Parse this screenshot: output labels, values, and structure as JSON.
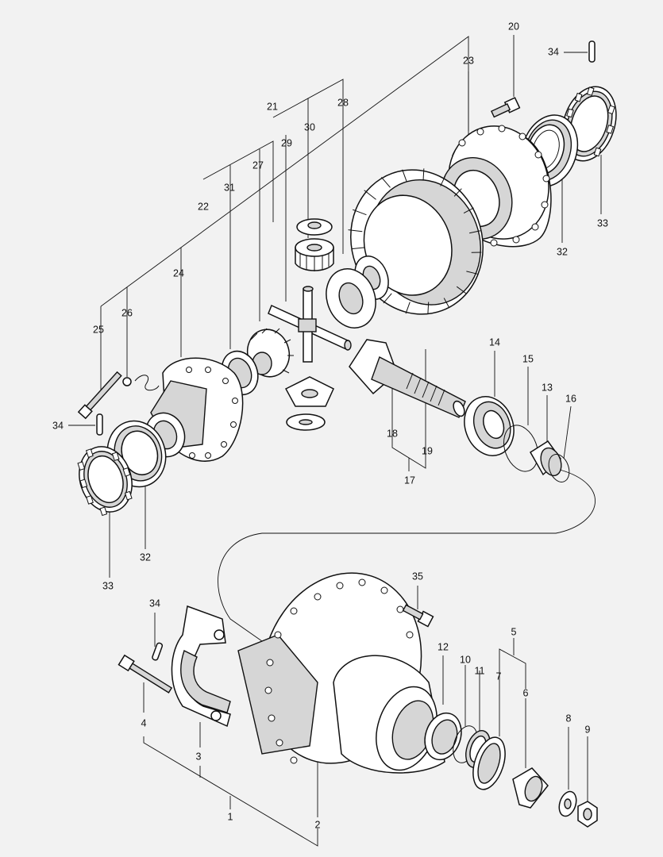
{
  "diagram": {
    "type": "exploded-parts-view",
    "labels": {
      "p1": "1",
      "p2": "2",
      "p3": "3",
      "p4": "4",
      "p5": "5",
      "p6": "6",
      "p7": "7",
      "p8": "8",
      "p9": "9",
      "p10": "10",
      "p11": "11",
      "p12": "12",
      "p13": "13",
      "p14": "14",
      "p15": "15",
      "p16": "16",
      "p17": "17",
      "p18": "18",
      "p19": "19",
      "p20": "20",
      "p21": "21",
      "p22": "22",
      "p23": "23",
      "p24": "24",
      "p25": "25",
      "p26": "26",
      "p27": "27",
      "p28": "28",
      "p29": "29",
      "p30": "30",
      "p31": "31",
      "p32a": "32",
      "p32b": "32",
      "p33a": "33",
      "p33b": "33",
      "p34a": "34",
      "p34b": "34",
      "p34c": "34",
      "p35": "35"
    }
  }
}
